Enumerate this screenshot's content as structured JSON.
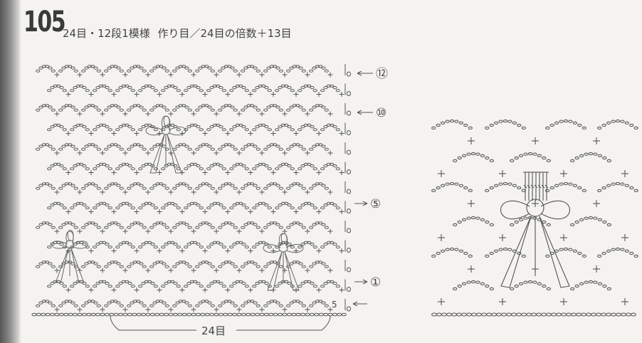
{
  "pattern": {
    "number": "105",
    "repeat_label": "24目・12段1模様",
    "foundation_label": "作り目／24目の倍数＋13目"
  },
  "chart": {
    "row_markers": [
      "⑫",
      "⑩",
      "⑤",
      "①"
    ],
    "last_stitch_count": "5",
    "width_label": "24目"
  },
  "colors": {
    "ink": "#555555",
    "background": "#f4f3f0",
    "binding": "#6e6e6e"
  }
}
